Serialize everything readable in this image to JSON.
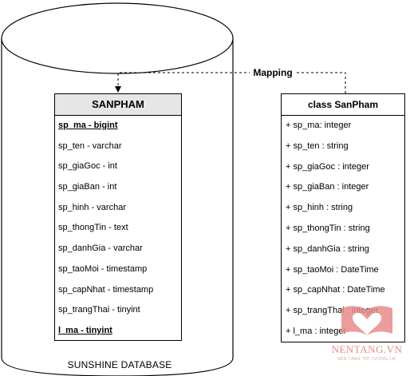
{
  "database": {
    "label": "SUNSHINE DATABASE"
  },
  "mapping": {
    "label": "Mapping"
  },
  "table": {
    "title": "SANPHAM",
    "rows": [
      "sp_ma - bigint",
      "sp_ten - varchar",
      "sp_giaGoc - int",
      "sp_giaBan - int",
      "sp_hinh - varchar",
      "sp_thongTin - text",
      "sp_danhGia - varchar",
      "sp_taoMoi - timestamp",
      "sp_capNhat - timestamp",
      "sp_trangThai - tinyint",
      "l_ma - tinyint"
    ]
  },
  "class": {
    "title": "class SanPham",
    "rows": [
      "+ sp_ma: integer",
      "+ sp_ten : string",
      "+ sp_giaGoc : integer",
      "+ sp_giaBan : integer",
      "+ sp_hinh : string",
      "+ sp_thongTin : string",
      "+ sp_danhGia : string",
      "+ sp_taoMoi : DateTime",
      "+ sp_capNhat : DateTime",
      "+ sp_trangThai : integer",
      "+ l_ma : integer"
    ]
  },
  "watermark": {
    "name": "NENTANG.VN",
    "tagline": "NỀN TẢNG TỚI TƯƠNG LAI",
    "color": "#e78b8b"
  }
}
